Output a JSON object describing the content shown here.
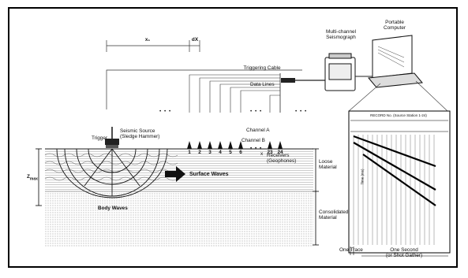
{
  "labels": {
    "x1": "x₁",
    "dx": "dX",
    "triggering_cable": "Triggering Cable",
    "data_lines": "Data Lines",
    "seismograph": "Multi-channel\nSeismograph",
    "computer": "Portable\nComputer",
    "seismic_source": "Seismic Source\n(Sledge Hammer)",
    "trigger": "Trigger",
    "zmax": "Z",
    "zmax_sub": "max",
    "channel_a": "Channel A",
    "channel_b": "Channel B",
    "receivers": "Receivers\n(Geophones)",
    "receivers_prefix": "x",
    "surface_waves": "Surface Waves",
    "body_waves": "Body Waves",
    "loose_material": "Loose\nMaterial",
    "consolidated_material": "Consolidated\nMaterial",
    "one_trace": "One Trace",
    "one_second": "One Second\n(or Shot Gather)",
    "ellipsis": "• • •"
  },
  "channels": [
    "1",
    "2",
    "3",
    "4",
    "5",
    "6",
    "23",
    "24"
  ],
  "record_title": "RECORD No. (Source Station 1-24)",
  "record_axis": "Time (ms)"
}
